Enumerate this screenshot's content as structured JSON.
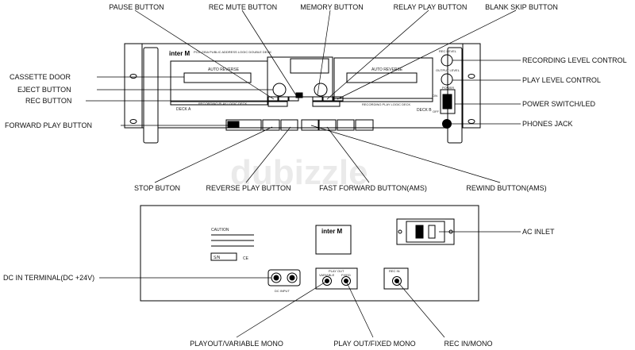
{
  "front_panel": {
    "brand": "inter M",
    "model_line": "PCD-235A  PUBLIC ADDRESS LOGIC DOUBLE DECK",
    "deck_a": {
      "label": "DECK A",
      "auto_reverse": "AUTO REVERSE",
      "caption": "RECORDING PLAY LOGIC DECK"
    },
    "deck_b": {
      "label": "DECK B",
      "auto_reverse": "AUTO REVERSE",
      "caption": "RECORDING PLAY LOGIC DECK"
    },
    "knob_rec_level": "REC LEVEL",
    "knob_output_level": "OUTPUT LEVEL",
    "power_label": "POWER",
    "on_label": "ON",
    "off_label": "OFF"
  },
  "callouts": {
    "pause_button": "PAUSE BUTTON",
    "rec_mute_button": "REC MUTE BUTTON",
    "memory_button": "MEMORY BUTTON",
    "relay_play_button": "RELAY PLAY BUTTON",
    "blank_skip_button": "BLANK SKIP BUTTON",
    "cassette_door": "CASSETTE DOOR",
    "eject_button": "EJECT BUTTON",
    "rec_button": "REC BUTTON",
    "forward_play_button": "FORWARD PLAY BUTTON",
    "recording_level_control": "RECORDING LEVEL CONTROL",
    "play_level_control": "PLAY LEVEL CONTROL",
    "power_switch_led": "POWER SWITCH/LED",
    "phones_jack": "PHONES JACK",
    "stop_button": "STOP BUTON",
    "reverse_play_button": "REVERSE PLAY BUTTON",
    "fast_forward_button": "FAST FORWARD BUTTON(AMS)",
    "rewind_button": "REWIND BUTTON(AMS)",
    "ac_inlet": "AC INLET",
    "dc_in_terminal": "DC IN TERMINAL(DC +24V)",
    "playout_variable_mono": "PLAYOUT/VARIABLE MONO",
    "play_out_fixed_mono": "PLAY OUT/FIXED MONO",
    "rec_in_mono": "REC IN/MONO"
  },
  "rear_panel": {
    "brand": "inter M",
    "caution_title": "CAUTION",
    "sn_label": "S/N",
    "ce_mark": "CE",
    "dc_input_label": "DC INPUT",
    "play_out_label": "PLAY OUT",
    "variable_label": "VARIABLE",
    "fixed_label": "FIXED",
    "rec_in_label": "REC IN"
  },
  "watermark": "dubizzle"
}
